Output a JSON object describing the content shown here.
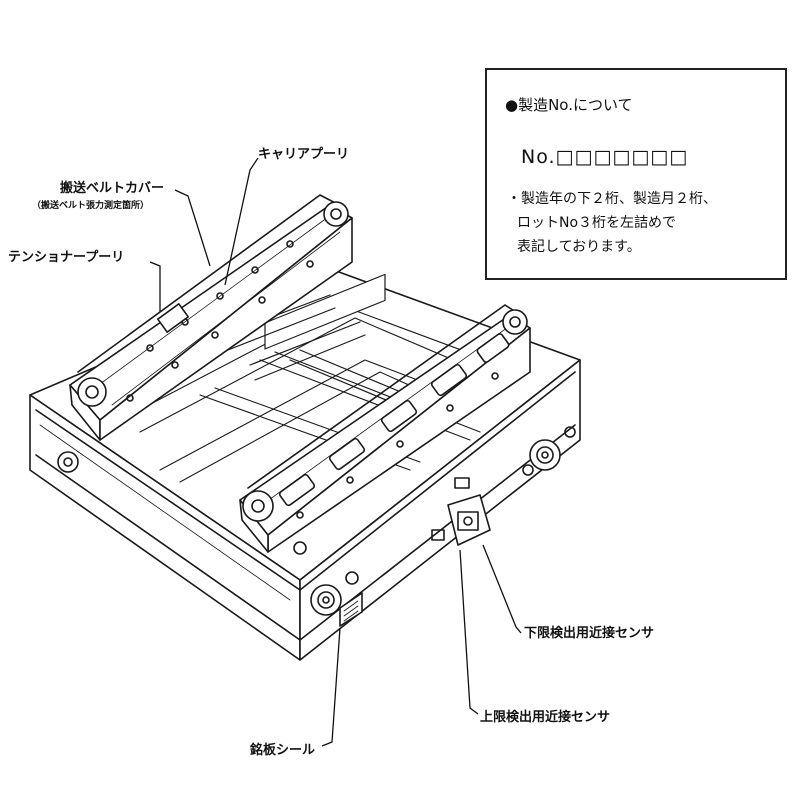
{
  "labels": {
    "carrier_pulley": "キャリアプーリ",
    "belt_cover": "搬送ベルトカバー",
    "belt_cover_note": "（搬送ベルト張力測定箇所）",
    "tension_pulley": "テンショナープーリ",
    "lower_sensor": "下限検出用近接センサ",
    "upper_sensor": "上限検出用近接センサ",
    "nameplate": "銘板シール"
  },
  "note": {
    "title": "●製造No.について",
    "number": "No.□□□□□□□",
    "lines": [
      "・製造年の下２桁、製造月２桁、",
      "ロットNo３桁を左詰めで",
      "表記しております。"
    ]
  },
  "colors": {
    "line": "#1a1a1a",
    "text": "#111111",
    "background": "#ffffff"
  }
}
